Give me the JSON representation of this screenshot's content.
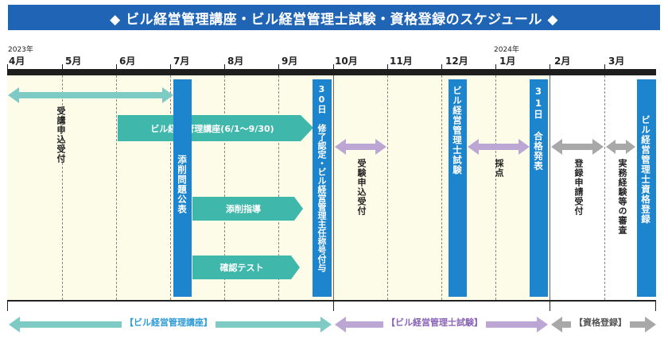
{
  "title": "◆ ビル経営管理講座・ビル経営管理士試験・資格登録のスケジュール ◆",
  "years": [
    "2023年",
    "2024年"
  ],
  "months": [
    "4月",
    "5月",
    "6月",
    "7月",
    "8月",
    "9月",
    "10月",
    "11月",
    "12月",
    "1月",
    "2月",
    "3月"
  ],
  "items": {
    "juko_moushikomi": "受講申込受付",
    "koza": "ビル経営管理講座(6/1～9/30)",
    "tensaku_mondai": "添削問題公表",
    "tensaku_shido": "添削指導",
    "kakunin_test": "確認テスト",
    "shuryo": "30日 修了認定・ビル経営管理主任称号付与",
    "juken_moushikomi": "受験申込受付",
    "shiken": "ビル経営管理士試験",
    "saiten": "採点",
    "goukaku": "31日 合格発表",
    "touroku_moushikomi": "登録申請受付",
    "jitsumu_shinsa": "実務経験等の審査",
    "shikaku_touroku": "ビル経営管理士資格登録"
  },
  "phases": [
    "【ビル経営管理講座】",
    "【ビル経営管理士試験】",
    "【資格登録】"
  ],
  "colors": {
    "teal": "#7ecbc5",
    "teal_dark": "#3fb8ab",
    "purple": "#bca6d3",
    "gray": "#a8a8a8",
    "blue": "#1d85cd",
    "title_bg": "#1f64b5"
  }
}
